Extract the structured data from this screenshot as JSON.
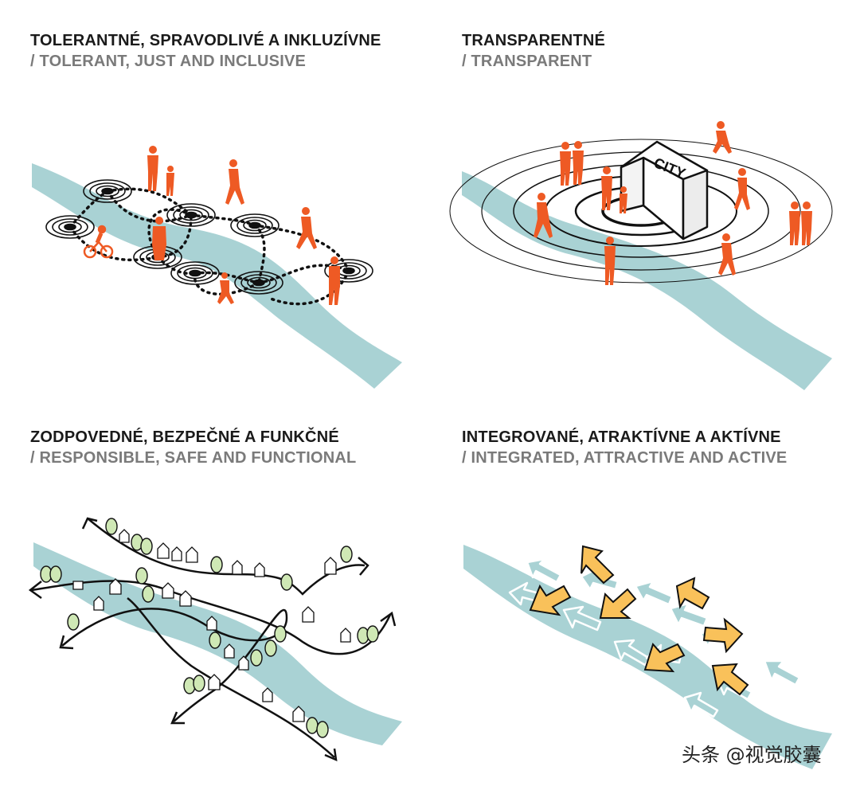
{
  "panels": [
    {
      "title": "TOLERANTNÉ, SPRAVODLIVÉ A INKLUZÍVNE",
      "subtitle": "/ TOLERANT, JUST AND INCLUSIVE"
    },
    {
      "title": "TRANSPARENTNÉ",
      "subtitle": "/ TRANSPARENT",
      "building_label": "CITY"
    },
    {
      "title": "ZODPOVEDNÉ, BEZPEČNÉ A FUNKČNÉ",
      "subtitle": "/ RESPONSIBLE, SAFE AND FUNCTIONAL"
    },
    {
      "title": "INTEGROVANÉ, ATRAKTÍVNE A AKTÍVNE",
      "subtitle": "/ INTEGRATED, ATTRACTIVE AND ACTIVE"
    }
  ],
  "watermark": "头条 @视觉胶囊",
  "colors": {
    "river": "#a9d2d4",
    "people": "#ee5a24",
    "arrows": "#f9c15a",
    "trees": "#cfe8b5",
    "ink": "#111111"
  }
}
